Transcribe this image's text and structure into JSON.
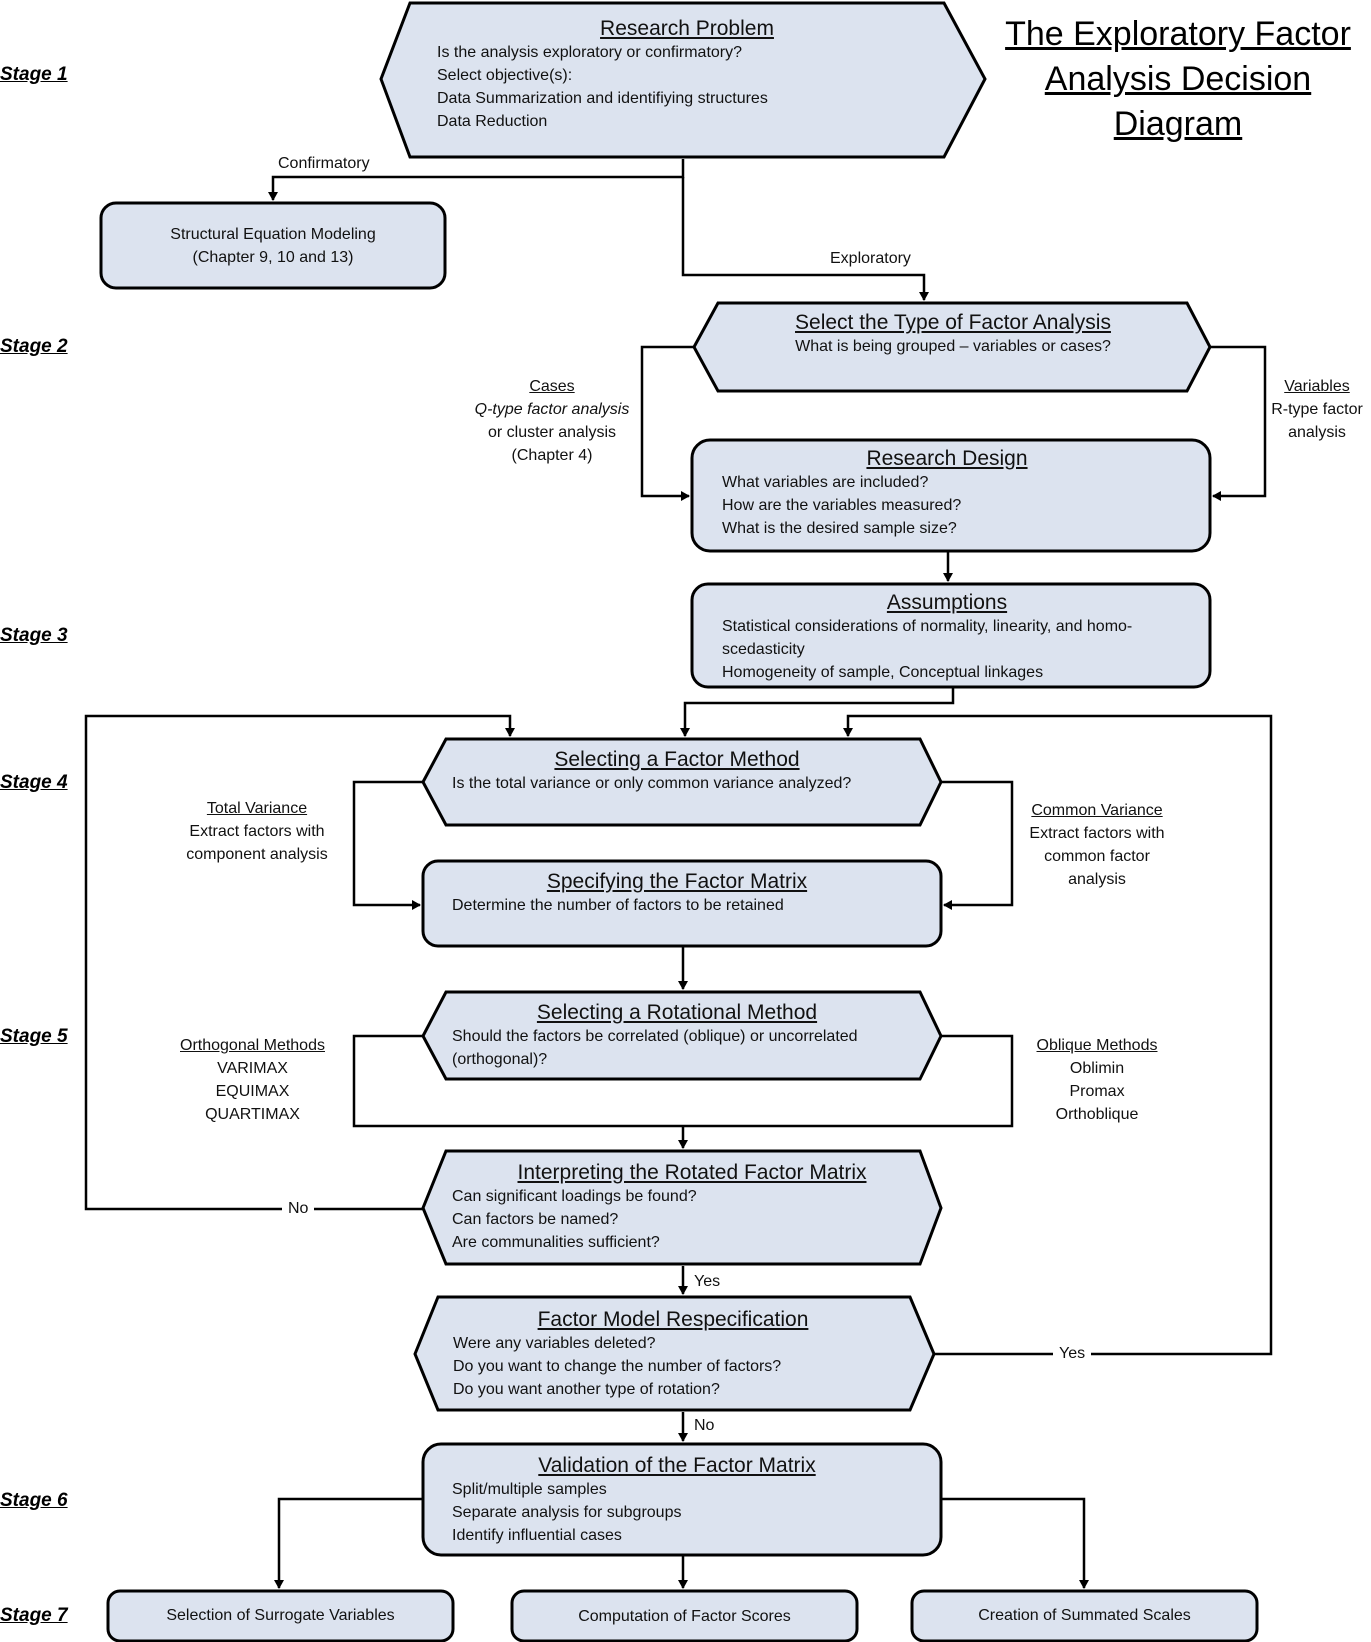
{
  "title_lines": [
    "The Exploratory Factor",
    "Analysis Decision",
    "Diagram"
  ],
  "stages": [
    "Stage 1",
    "Stage 2",
    "Stage 3",
    "Stage 4",
    "Stage 5",
    "Stage 6",
    "Stage 7"
  ],
  "nodes": {
    "research_problem": {
      "title": "Research Problem",
      "lines": [
        "Is the analysis exploratory or confirmatory?",
        "Select objective(s):",
        "Data Summarization and identifiying structures",
        "Data Reduction"
      ]
    },
    "sem": {
      "lines": [
        "Structural Equation Modeling",
        "(Chapter 9, 10 and 13)"
      ]
    },
    "select_type": {
      "title": "Select the Type of Factor Analysis",
      "lines": [
        "What is being grouped – variables or cases?"
      ]
    },
    "research_design": {
      "title": "Research Design",
      "lines": [
        "What variables are included?",
        "How are the variables measured?",
        "What is the desired sample size?"
      ]
    },
    "assumptions": {
      "title": "Assumptions",
      "lines": [
        "Statistical considerations of normality, linearity, and homo-",
        "scedasticity",
        "Homogeneity of sample, Conceptual linkages"
      ]
    },
    "factor_method": {
      "title": "Selecting a Factor Method",
      "lines": [
        "Is the total variance or only common variance analyzed?"
      ]
    },
    "factor_matrix": {
      "title": "Specifying the Factor Matrix",
      "lines": [
        "Determine the number of factors to be retained"
      ]
    },
    "rotational_method": {
      "title": "Selecting a Rotational Method",
      "lines": [
        "Should the factors be correlated (oblique) or uncorrelated",
        "(orthogonal)?"
      ]
    },
    "interpreting": {
      "title": "Interpreting the Rotated Factor Matrix",
      "lines": [
        "Can significant loadings be found?",
        "Can factors be named?",
        "Are communalities sufficient?"
      ]
    },
    "respecification": {
      "title": "Factor Model Respecification",
      "lines": [
        "Were any variables deleted?",
        "Do you want to change the number of factors?",
        "Do you want another type of rotation?"
      ]
    },
    "validation": {
      "title": "Validation of the Factor Matrix",
      "lines": [
        "Split/multiple samples",
        "Separate analysis for subgroups",
        "Identify influential cases"
      ]
    },
    "surrogate": {
      "lines": [
        "Selection of Surrogate Variables"
      ]
    },
    "factor_scores": {
      "lines": [
        "Computation of Factor Scores"
      ]
    },
    "summated": {
      "lines": [
        "Creation of Summated Scales"
      ]
    }
  },
  "branch_labels": {
    "cases": {
      "heading": "Cases",
      "lines": [
        "Q-type factor analysis",
        "or cluster analysis",
        "(Chapter 4)"
      ]
    },
    "variables": {
      "heading": "Variables",
      "lines": [
        "R-type factor",
        "analysis"
      ]
    },
    "total_variance": {
      "heading": "Total Variance",
      "lines": [
        "Extract factors with",
        "component analysis"
      ]
    },
    "common_variance": {
      "heading": "Common Variance",
      "lines": [
        "Extract factors with",
        "common factor",
        "analysis"
      ]
    },
    "orthogonal": {
      "heading": "Orthogonal Methods",
      "lines": [
        "VARIMAX",
        "EQUIMAX",
        "QUARTIMAX"
      ]
    },
    "oblique": {
      "heading": "Oblique Methods",
      "lines": [
        "Oblimin",
        "Promax",
        "Orthoblique"
      ]
    }
  },
  "edge_labels": {
    "confirmatory": "Confirmatory",
    "exploratory": "Exploratory",
    "no_interpret": "No",
    "yes_interpret": "Yes",
    "yes_respec": "Yes",
    "no_respec": "No"
  },
  "colors": {
    "box_fill": "#dce3ef",
    "stroke": "#000000"
  }
}
